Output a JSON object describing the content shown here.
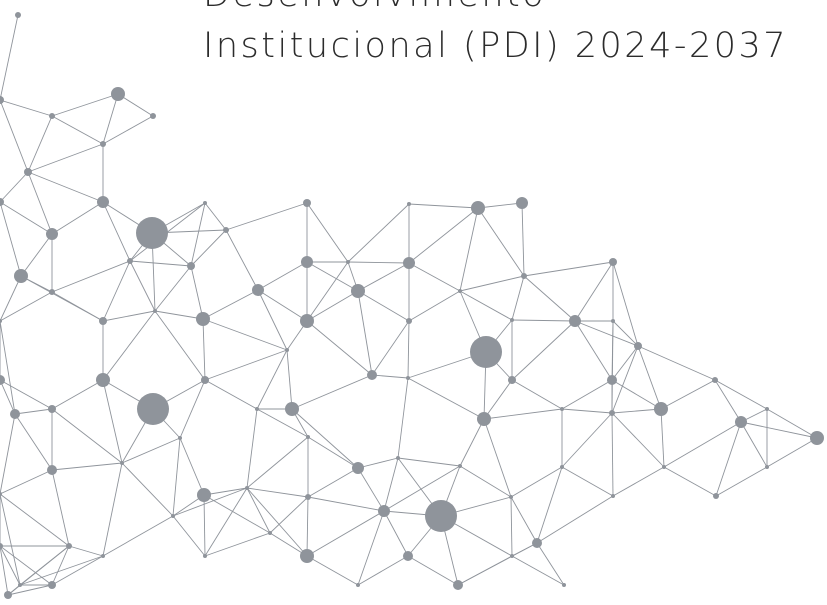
{
  "title": {
    "line1": "Desenvolvimento",
    "line2": "Institucional (PDI) 2024-2037"
  },
  "graphic": {
    "name": "network-mesh",
    "node_color": "#8f949b",
    "edge_color": "#8f949b"
  }
}
